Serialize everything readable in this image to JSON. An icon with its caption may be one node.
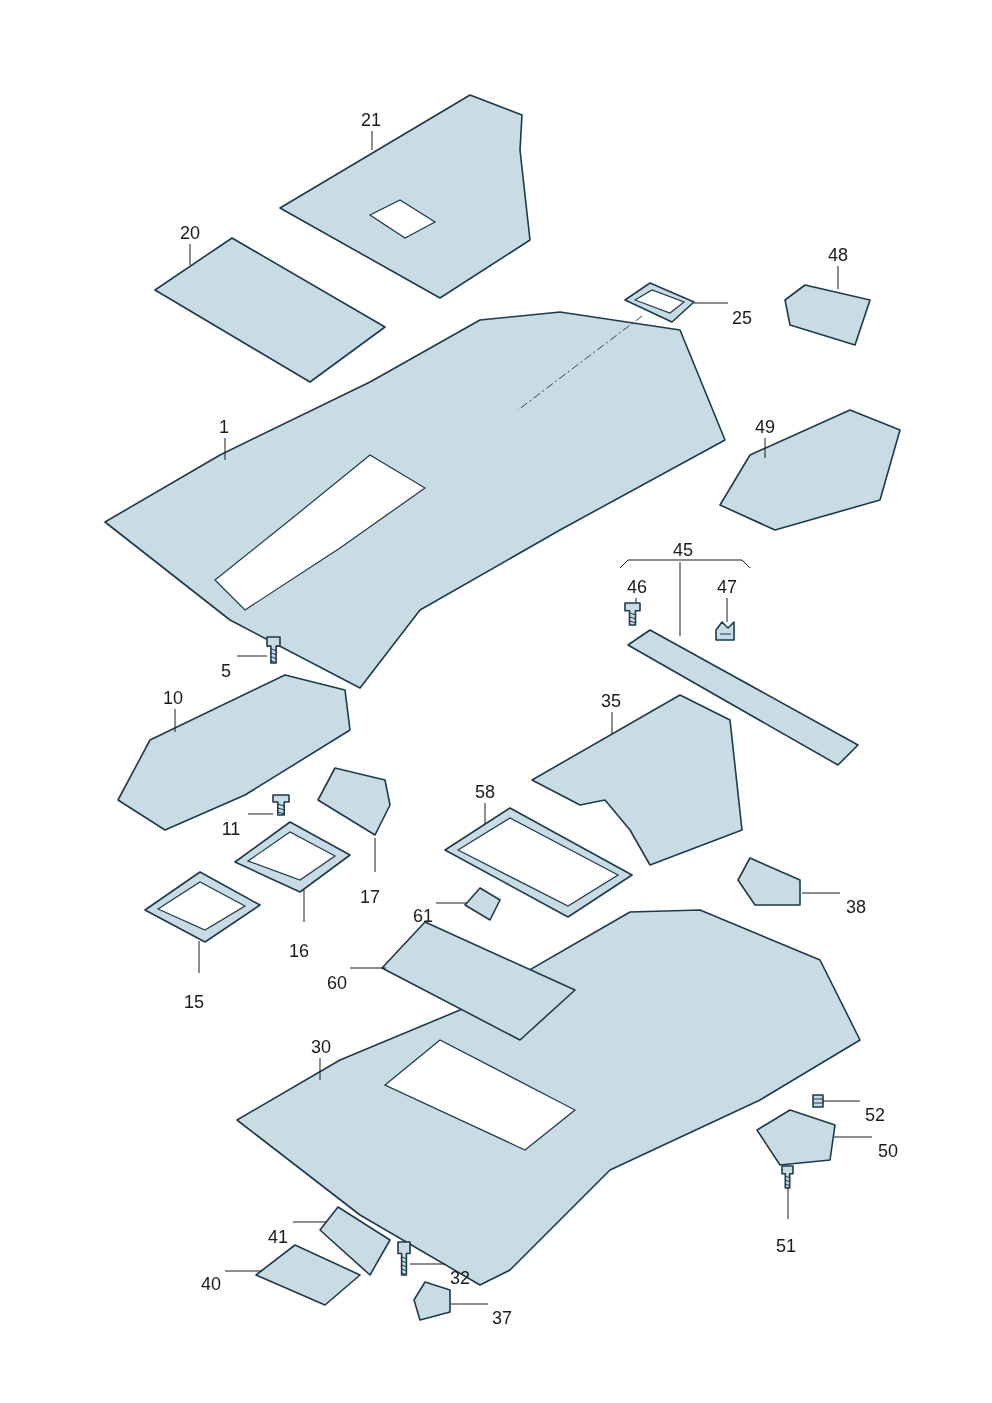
{
  "diagram": {
    "nodes": [
      {
        "text": [
          "21"
        ]
      },
      {
        "text": [],
        "shape": "picture"
      },
      {
        "text": [
          "20"
        ]
      },
      {
        "text": [],
        "shape": "picture"
      },
      {
        "text": [
          "25"
        ]
      },
      {
        "text": [],
        "shape": "picture"
      },
      {
        "text": [
          "48"
        ]
      },
      {
        "text": [],
        "shape": "picture"
      },
      {
        "text": [
          "1"
        ]
      },
      {
        "text": [],
        "shape": "picture"
      },
      {
        "text": [
          "49"
        ]
      },
      {
        "text": [],
        "shape": "picture"
      },
      {
        "text": [
          "45"
        ]
      },
      {
        "text": [],
        "shape": "picture"
      },
      {
        "text": [
          "46"
        ]
      },
      {
        "text": [],
        "shape": "picture"
      },
      {
        "text": [
          "47"
        ]
      },
      {
        "text": [],
        "shape": "picture"
      },
      {
        "text": [
          "5"
        ]
      },
      {
        "text": [],
        "shape": "picture"
      },
      {
        "text": [
          "10"
        ]
      },
      {
        "text": [],
        "shape": "picture"
      },
      {
        "text": [
          "35"
        ]
      },
      {
        "text": [],
        "shape": "picture"
      },
      {
        "text": [
          "11"
        ]
      },
      {
        "text": [],
        "shape": "picture"
      },
      {
        "text": [
          "17"
        ]
      },
      {
        "text": [],
        "shape": "picture"
      },
      {
        "text": [
          "58"
        ]
      },
      {
        "text": [],
        "shape": "picture"
      },
      {
        "text": [
          "16"
        ]
      },
      {
        "text": [],
        "shape": "picture"
      },
      {
        "text": [
          "61"
        ]
      },
      {
        "text": [],
        "shape": "picture"
      },
      {
        "text": [
          "38"
        ]
      },
      {
        "text": [],
        "shape": "picture"
      },
      {
        "text": [
          "15"
        ]
      },
      {
        "text": [],
        "shape": "picture"
      },
      {
        "text": [
          "60"
        ]
      },
      {
        "text": [],
        "shape": "picture"
      },
      {
        "text": [
          "30"
        ]
      },
      {
        "text": [],
        "shape": "picture"
      },
      {
        "text": [
          "52"
        ]
      },
      {
        "text": [],
        "shape": "picture"
      },
      {
        "text": [
          "50"
        ]
      },
      {
        "text": [],
        "shape": "picture"
      },
      {
        "text": [
          "51"
        ]
      },
      {
        "text": [],
        "shape": "picture"
      },
      {
        "text": [
          "41"
        ]
      },
      {
        "text": [],
        "shape": "picture"
      },
      {
        "text": [
          "40"
        ]
      },
      {
        "text": [],
        "shape": "picture"
      },
      {
        "text": [
          "32"
        ]
      },
      {
        "text": [],
        "shape": "picture"
      },
      {
        "text": [
          "37"
        ]
      },
      {
        "text": [],
        "shape": "picture"
      }
    ],
    "edges": [
      {
        "from": 0,
        "to": 1,
        "arrow": "none"
      },
      {
        "from": 2,
        "to": 3,
        "arrow": "none"
      },
      {
        "from": 4,
        "to": 5,
        "arrow": "none"
      },
      {
        "from": 6,
        "to": 7,
        "arrow": "none"
      },
      {
        "from": 8,
        "to": 9,
        "arrow": "none"
      },
      {
        "from": 10,
        "to": 11,
        "arrow": "none"
      },
      {
        "from": 12,
        "to": 13,
        "arrow": "none"
      },
      {
        "from": 14,
        "to": 15,
        "arrow": "none"
      },
      {
        "from": 16,
        "to": 17,
        "arrow": "none"
      },
      {
        "from": 18,
        "to": 19,
        "arrow": "none"
      },
      {
        "from": 20,
        "to": 21,
        "arrow": "none"
      },
      {
        "from": 22,
        "to": 23,
        "arrow": "none"
      },
      {
        "from": 24,
        "to": 25,
        "arrow": "none"
      },
      {
        "from": 26,
        "to": 27,
        "arrow": "none"
      },
      {
        "from": 28,
        "to": 29,
        "arrow": "none"
      },
      {
        "from": 30,
        "to": 31,
        "arrow": "none"
      },
      {
        "from": 32,
        "to": 33,
        "arrow": "none"
      },
      {
        "from": 34,
        "to": 35,
        "arrow": "none"
      },
      {
        "from": 36,
        "to": 37,
        "arrow": "none"
      },
      {
        "from": 38,
        "to": 39,
        "arrow": "none"
      },
      {
        "from": 40,
        "to": 41,
        "arrow": "none"
      },
      {
        "from": 42,
        "to": 43,
        "arrow": "none"
      },
      {
        "from": 44,
        "to": 45,
        "arrow": "none"
      },
      {
        "from": 46,
        "to": 47,
        "arrow": "none"
      },
      {
        "from": 48,
        "to": 49,
        "arrow": "none"
      },
      {
        "from": 50,
        "to": 51,
        "arrow": "none"
      },
      {
        "from": 52,
        "to": 53,
        "arrow": "none"
      },
      {
        "from": 54,
        "to": 55,
        "arrow": "none"
      },
      {
        "from": 5,
        "to": 9,
        "arrow": "none",
        "style": "dashed"
      }
    ]
  }
}
